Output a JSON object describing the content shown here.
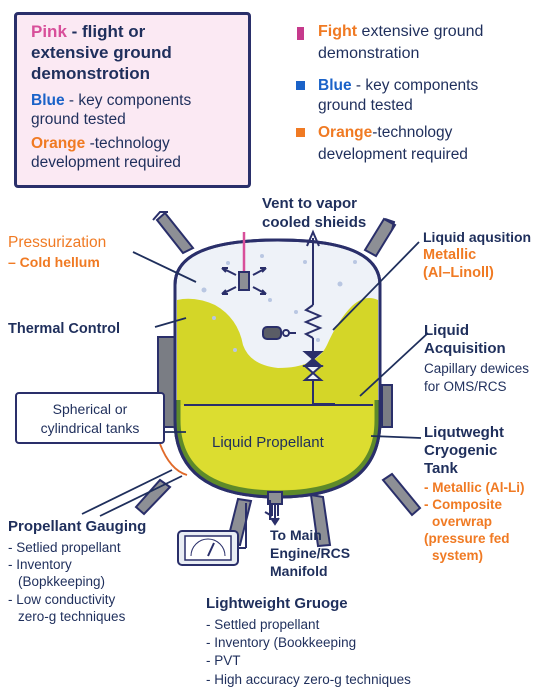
{
  "legend_box": {
    "pink_key": "Pink",
    "pink_text_1": " - flight or",
    "pink_text_2": "extensive ground",
    "pink_text_3": "demonstrotion",
    "blue_key": "Blue",
    "blue_text_1": " - key components",
    "blue_text_2": "ground tested",
    "orange_key": "Orange",
    "orange_text_1": " -technology",
    "orange_text_2": "development required"
  },
  "legend_right": {
    "item1_key": "Fight",
    "item1_text_1": " extensive ground",
    "item1_text_2": "demonstration",
    "item2_key": "Blue",
    "item2_text_1": " - key components",
    "item2_text_2": "ground tested",
    "item3_key": "Orange",
    "item3_text_1": "-technology",
    "item3_text_2": "development required"
  },
  "labels": {
    "vent_1": "Vent to vapor",
    "vent_2": "cooled shieids",
    "pressurization": "Pressurization",
    "pressurization_sub": "– Cold hellum",
    "thermal_control": "Thermal Control",
    "tanks_1": "Spherical or",
    "tanks_2": "cylindrical tanks",
    "liquid_aq_1": "Liquid aqusition",
    "liquid_aq_2": "Metallic",
    "liquid_aq_3": "(Al–Linoll)",
    "liquid_acq_1": "Liquid",
    "liquid_acq_2": "Acquisition",
    "liquid_acq_3": "Capillary dewices",
    "liquid_acq_4": "for OMS/RCS",
    "liquid_propellant": "Liquid Propellant",
    "lw_tank_1": "Liqutweght",
    "lw_tank_2": "Cryogenic",
    "lw_tank_3": "Tank",
    "lw_tank_4": "- Metallic (Al-Li)",
    "lw_tank_5": "- Composite",
    "lw_tank_6": "overwrap",
    "lw_tank_7": "(pressure fed",
    "lw_tank_8": "system)",
    "main_engine_1": "To Main",
    "main_engine_2": "Engine/RCS",
    "main_engine_3": "Manifold"
  },
  "propellant_gauging": {
    "title": "Propellant Gauging",
    "items": [
      "- Setlied propellant",
      "- Inventory",
      "(Bopkkeeping)",
      "- Low conductivity",
      "zero-g techniques"
    ]
  },
  "lightweight_gauge": {
    "title": "Lightweight Gruoge",
    "items": [
      "- Settled propellant",
      "- Inventory (Bookkeeping",
      "- PVT",
      "- High accuracy zero-g techniques"
    ]
  },
  "colors": {
    "navy": "#1f2f5c",
    "pink": "#d84f9a",
    "blue": "#1a62c8",
    "orange": "#f07a23",
    "propellant": "#d4d628",
    "tank_wall": "#5e8a2a",
    "legend_bg": "#fbe9f3"
  }
}
